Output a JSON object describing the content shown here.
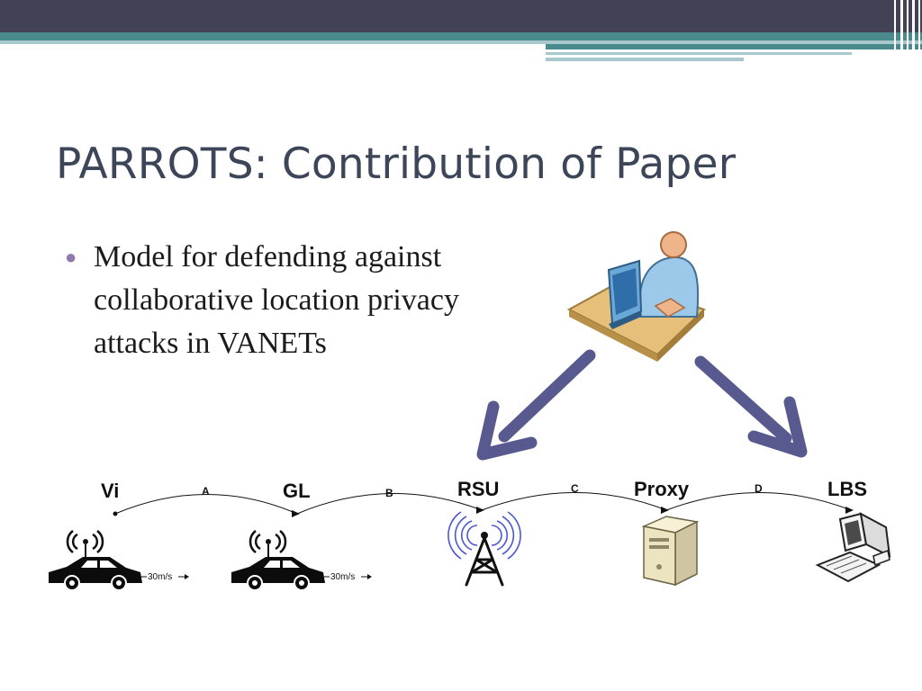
{
  "slide": {
    "title": "PARROTS: Contribution of Paper",
    "bullets": [
      {
        "text": "Model for defending against collaborative location privacy attacks in VANETs"
      }
    ]
  },
  "diagram": {
    "nodes": [
      {
        "label": "Vi",
        "icon": "car-icon"
      },
      {
        "label": "GL",
        "icon": "car-icon"
      },
      {
        "label": "RSU",
        "icon": "cell-tower-icon"
      },
      {
        "label": "Proxy",
        "icon": "server-icon"
      },
      {
        "label": "LBS",
        "icon": "computer-icon"
      }
    ],
    "links": [
      "A",
      "B",
      "C",
      "D"
    ],
    "speed": "30m/s",
    "attacker_icon": "person-at-computer-icon",
    "arrow_color": "#58598f"
  },
  "colors": {
    "title": "#3d4658",
    "bullet": "#8f78b0",
    "topbar_dark": "#414256",
    "topbar_teal": "#4a8a8d"
  }
}
